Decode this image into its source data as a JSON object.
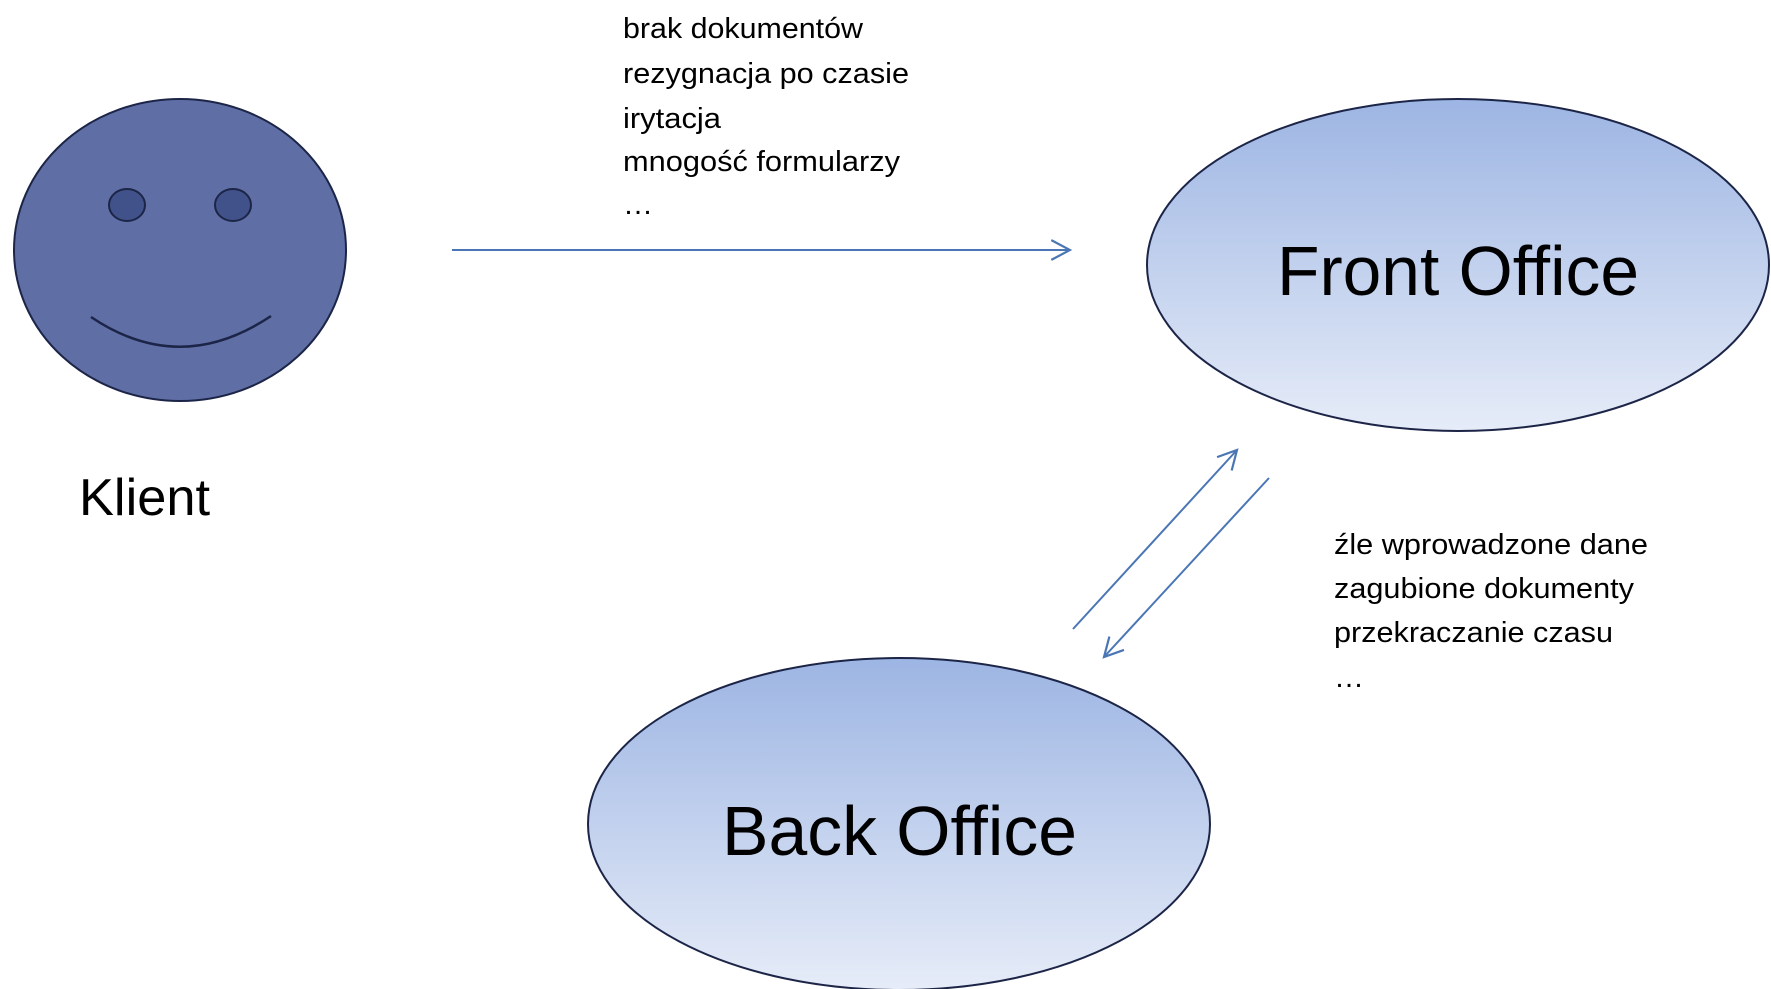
{
  "client": {
    "label": "Klient"
  },
  "front_office": {
    "label": "Front Office"
  },
  "back_office": {
    "label": "Back Office"
  },
  "client_to_front_issues": [
    "brak dokumentów",
    "rezygnacja po czasie",
    "irytacja",
    "mnogość formularzy",
    "…"
  ],
  "front_back_issues": [
    "źle wprowadzone dane",
    "zagubione dokumenty",
    "przekraczanie czasu",
    "…"
  ],
  "colors": {
    "face_fill": "#5f6fa5",
    "outline": "#1c2547",
    "eye_fill": "#41528a",
    "office_gradient_top": "#9db5e3",
    "office_gradient_bottom": "#e6ecf8",
    "arrow": "#4a76b5"
  }
}
